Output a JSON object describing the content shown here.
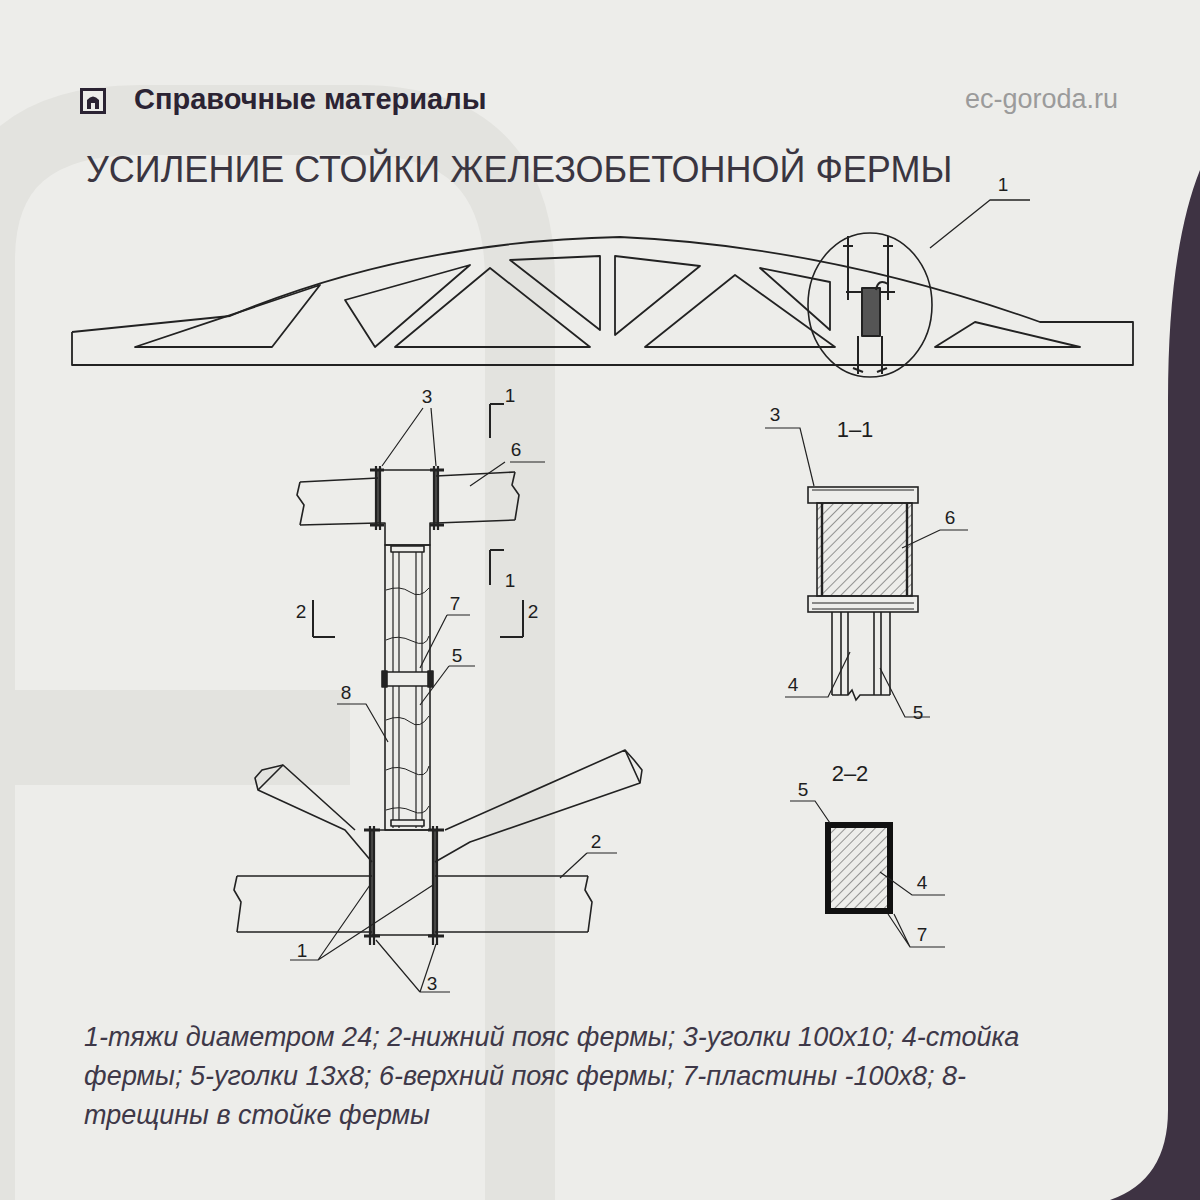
{
  "diagram": {
    "title": "УСИЛЕНИЕ СТОЙКИ ЖЕЛЕЗОБЕТОННОЙ ФЕРМЫ",
    "caption": "1-тяжи диаметром 24; 2-нижний пояс фермы; 3-уголки 100х10; 4-стойка фермы; 5-уголки 13х8; 6-верхний пояс фермы; 7-пластины -100х8; 8-трещины в стойке фермы",
    "labels": [
      "Справочные материалы",
      "ec-goroda.ru",
      "1",
      "3",
      "1",
      "6",
      "1",
      "2",
      "2",
      "7",
      "5",
      "8",
      "2",
      "1",
      "3",
      "1–1",
      "3",
      "6",
      "4",
      "5",
      "2–2",
      "5",
      "4",
      "7"
    ]
  }
}
